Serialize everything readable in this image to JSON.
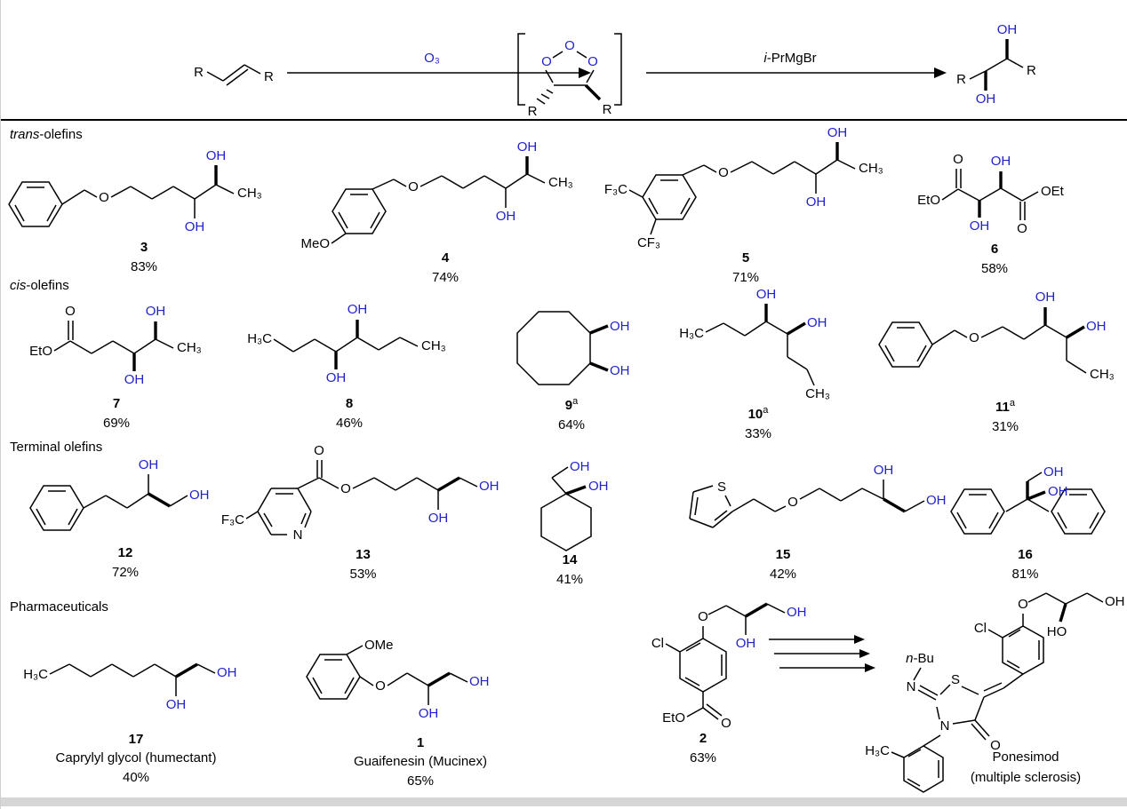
{
  "colors": {
    "accent_blue": "#2222cc",
    "line": "#000000",
    "footer_bar": "#d6d6d6"
  },
  "scheme": {
    "r_label": "R",
    "reagent1": "O₃",
    "reagent2_italic": "i",
    "reagent2_rest": "-PrMgBr",
    "ozonide_o": [
      "O",
      "O",
      "O"
    ],
    "oh_top": "OH",
    "oh_bottom": "OH"
  },
  "sections": {
    "trans": {
      "italic": "trans",
      "rest": "-olefins"
    },
    "cis": {
      "italic": "cis",
      "rest": "-olefins"
    },
    "terminal": "Terminal olefins",
    "pharma": "Pharmaceuticals"
  },
  "compounds": {
    "c3": {
      "number": "3",
      "yield": "83%",
      "labels": {
        "o": "O",
        "oh_top": "OH",
        "oh_bot": "OH",
        "ch3": "CH₃"
      }
    },
    "c4": {
      "number": "4",
      "yield": "74%",
      "labels": {
        "meo": "MeO",
        "o": "O",
        "oh_top": "OH",
        "oh_bot": "OH",
        "ch3": "CH₃"
      }
    },
    "c5": {
      "number": "5",
      "yield": "71%",
      "labels": {
        "f3c": "F₃C",
        "cf3": "CF₃",
        "o": "O",
        "oh_top": "OH",
        "oh_bot": "OH",
        "ch3": "CH₃"
      }
    },
    "c6": {
      "number": "6",
      "yield": "58%",
      "labels": {
        "eto": "EtO",
        "o_top": "O",
        "o_bot": "O",
        "oh_top": "OH",
        "oh_bot": "OH",
        "oet": "OEt"
      }
    },
    "c7": {
      "number": "7",
      "yield": "69%",
      "labels": {
        "eto": "EtO",
        "o": "O",
        "oh_top": "OH",
        "oh_bot": "OH",
        "ch3": "CH₃"
      }
    },
    "c8": {
      "number": "8",
      "yield": "46%",
      "labels": {
        "h3c": "H₃C",
        "oh_top": "OH",
        "oh_bot": "OH",
        "ch3": "CH₃"
      }
    },
    "c9": {
      "number": "9",
      "sup": "a",
      "yield": "64%",
      "labels": {
        "oh1": "OH",
        "oh2": "OH"
      }
    },
    "c10": {
      "number": "10",
      "sup": "a",
      "yield": "33%",
      "labels": {
        "h3c": "H₃C",
        "oh1": "OH",
        "oh2": "OH",
        "ch3": "CH₃"
      }
    },
    "c11": {
      "number": "11",
      "sup": "a",
      "yield": "31%",
      "labels": {
        "o": "O",
        "oh1": "OH",
        "oh2": "OH",
        "ch3": "CH₃"
      }
    },
    "c12": {
      "number": "12",
      "yield": "72%",
      "labels": {
        "oh1": "OH",
        "oh2": "OH"
      }
    },
    "c13": {
      "number": "13",
      "yield": "53%",
      "labels": {
        "f3c": "F₃C",
        "n": "N",
        "o_top": "O",
        "o_ester": "O",
        "oh_bot": "OH",
        "oh_end": "OH"
      }
    },
    "c14": {
      "number": "14",
      "yield": "41%",
      "labels": {
        "oh1": "OH",
        "oh2": "OH"
      }
    },
    "c15": {
      "number": "15",
      "yield": "42%",
      "labels": {
        "s": "S",
        "o": "O",
        "oh_top": "OH",
        "oh_end": "OH"
      }
    },
    "c16": {
      "number": "16",
      "yield": "81%",
      "labels": {
        "oh1": "OH",
        "oh2": "OH"
      }
    },
    "c17": {
      "number": "17",
      "yield": "40%",
      "name": "Caprylyl glycol (humectant)",
      "labels": {
        "h3c": "H₃C",
        "oh_bot": "OH",
        "oh_end": "OH"
      }
    },
    "c1": {
      "number": "1",
      "yield": "65%",
      "name": "Guaifenesin (Mucinex)",
      "labels": {
        "ome": "OMe",
        "o": "O",
        "oh_bot": "OH",
        "oh_end": "OH"
      }
    },
    "c2": {
      "number": "2",
      "yield": "63%",
      "labels": {
        "cl": "Cl",
        "o": "O",
        "oh_bot": "OH",
        "oh_end": "OH",
        "eto": "EtO",
        "o_carbonyl": "O"
      }
    },
    "ponesimod": {
      "name": "Ponesimod",
      "desc": "(multiple sclerosis)",
      "labels": {
        "nbu_italic": "n",
        "nbu_rest": "-Bu",
        "n_imine": "N",
        "s": "S",
        "n_ring": "N",
        "o_carbonyl": "O",
        "h3c": "H₃C",
        "cl": "Cl",
        "o_ether": "O",
        "ho": "HO",
        "oh": "OH"
      }
    }
  }
}
